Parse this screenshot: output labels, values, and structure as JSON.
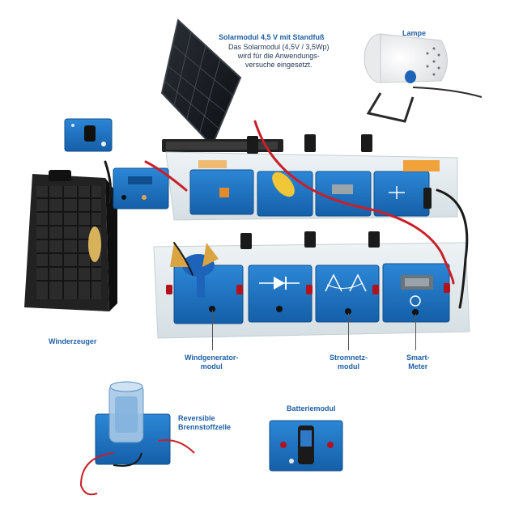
{
  "labels": {
    "solar_title": "Solarmodul 4,5 V mit Standfuß",
    "solar_desc": [
      "Das Solarmodul (4,5V / 3,5Wp)",
      "wird für die Anwendungs-",
      "versuche eingesetzt."
    ],
    "lamp": "Lampe",
    "wind_generator": "Winderzeuger",
    "wind_module": [
      "Windgenerator-",
      "modul"
    ],
    "grid_module": [
      "Stromnetz-",
      "modul"
    ],
    "smart_meter": [
      "Smart-",
      "Meter"
    ],
    "fuel_cell": [
      "Reversible",
      "Brennstoffzelle"
    ],
    "battery_module": "Batteriemodul"
  },
  "colors": {
    "module_blue": "#1d74c4",
    "module_dark": "#0f4f8e",
    "label_blue": "#1f5fa6",
    "cable_red": "#c8202a",
    "cable_black": "#1a1a1a",
    "board_clear": "#e4ecef"
  },
  "icons": [
    "solar-panel-icon",
    "lamp-icon",
    "fan-heater-icon",
    "wind-turbine-icon",
    "diode-icon",
    "power-line-icon",
    "meter-icon",
    "battery-icon",
    "fuel-cell-icon",
    "plug-icon"
  ]
}
